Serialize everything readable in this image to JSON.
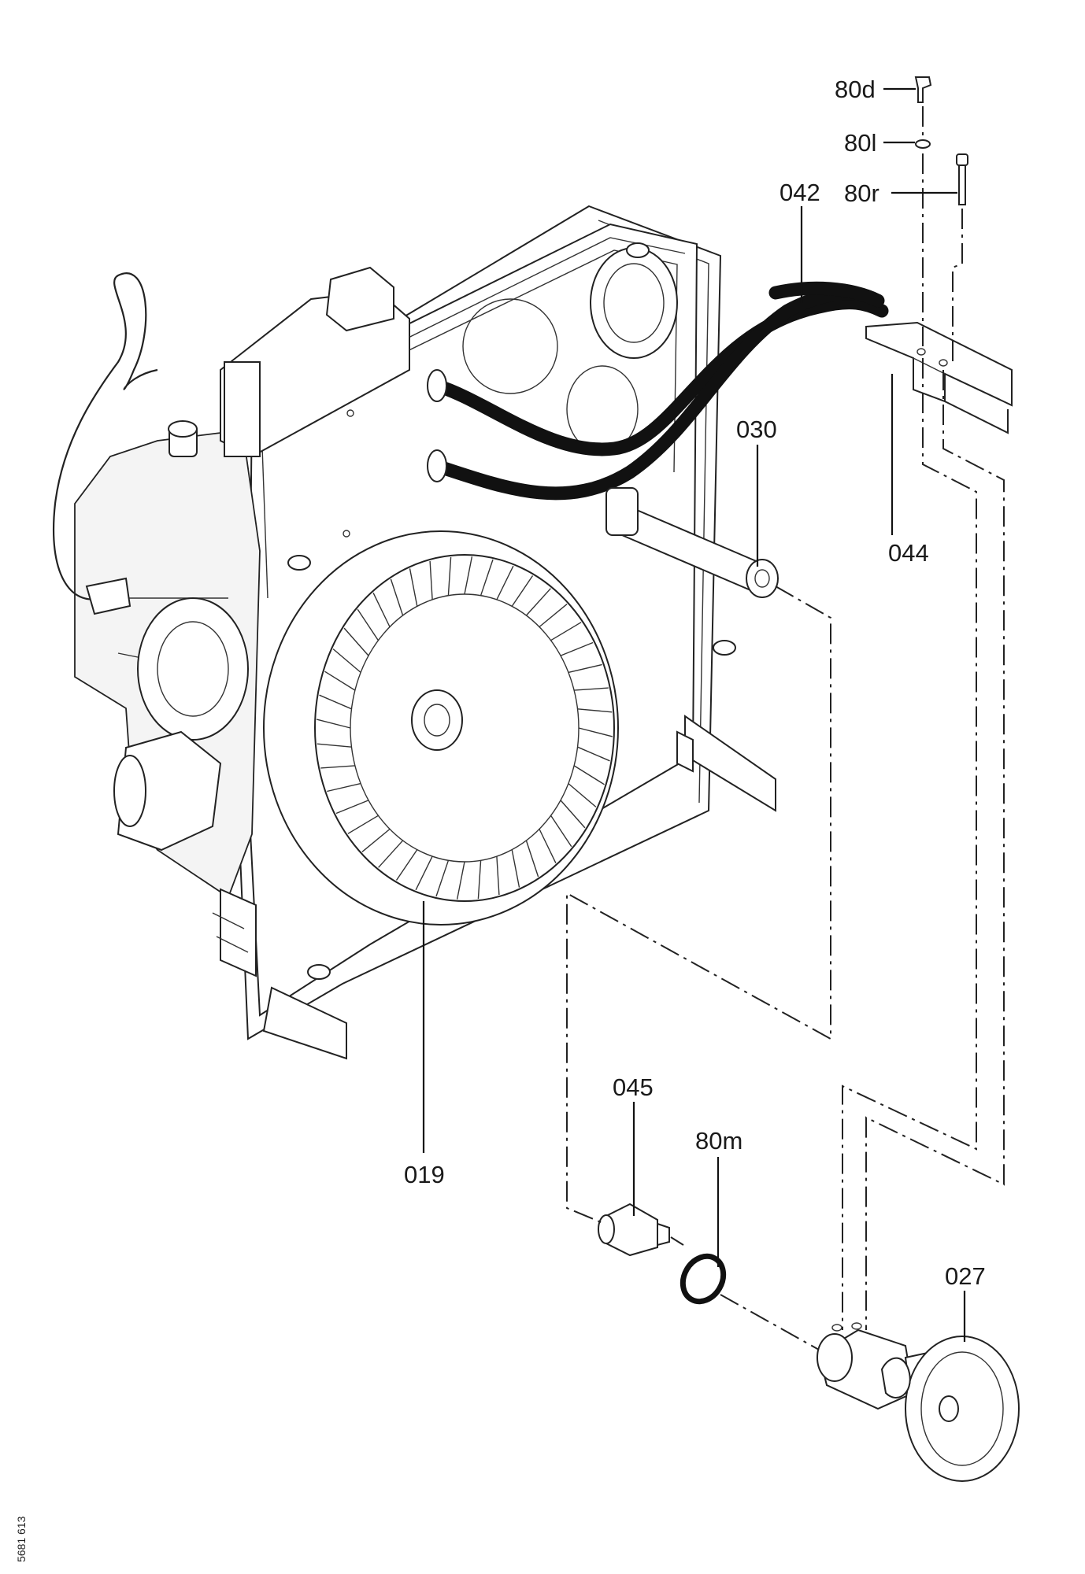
{
  "diagram": {
    "labels": {
      "p80d": "80d",
      "p80l": "80l",
      "p80r": "80r",
      "p042": "042",
      "p030": "030",
      "p044": "044",
      "p019": "019",
      "p045": "045",
      "p80m": "80m",
      "p027": "027"
    },
    "document_number": "5681 613"
  }
}
